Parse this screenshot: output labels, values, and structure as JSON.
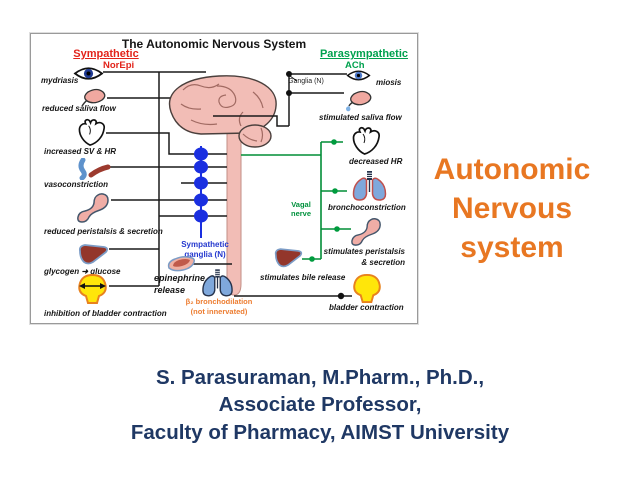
{
  "slide": {
    "main_title": {
      "line1": "Autonomic",
      "line2": "Nervous",
      "line3": "system"
    },
    "footer": {
      "line1": "S. Parasuraman, M.Pharm., Ph.D.,",
      "line2": "Associate Professor,",
      "line3": "Faculty of Pharmacy, AIMST University"
    }
  },
  "diagram": {
    "title": "The Autonomic Nervous System",
    "headers": {
      "sympathetic": "Sympathetic",
      "norepi": "NorEpi",
      "parasympathetic": "Parasympathetic",
      "ach": "ACh",
      "ganglia": "Ganglia (N)"
    },
    "center": {
      "sg_line1": "Sympathetic",
      "sg_line2": "ganglia (N)",
      "vagal_line1": "Vagal",
      "vagal_line2": "nerve",
      "epinephrine_line1": "epinephrine",
      "epinephrine_line2": "release",
      "broncho_line1": "β₂ bronchodilation",
      "broncho_line2": "(not innervated)"
    },
    "left": {
      "eye": "mydriasis",
      "saliva": "reduced saliva flow",
      "heart": "increased SV & HR",
      "vessels": "vasoconstriction",
      "stomach": "reduced peristalsis & secretion",
      "liver": "glycogen ➜ glucose",
      "bladder": "inhibition of bladder contraction"
    },
    "right": {
      "eye": "miosis",
      "saliva": "stimulated saliva flow",
      "heart": "decreased HR",
      "lungs": "bronchoconstriction",
      "stomach_line1": "stimulates peristalsis",
      "stomach_line2": "& secretion",
      "liver": "stimulates bile release",
      "bladder": "bladder contraction"
    }
  },
  "colors": {
    "accent_orange": "#E87722",
    "footer_navy": "#1F3864",
    "sympathetic_red": "#E2231A",
    "parasympathetic_green": "#00A14E",
    "ganglia_blue": "#1A2FE0",
    "broncho_orange": "#ED7D31"
  }
}
